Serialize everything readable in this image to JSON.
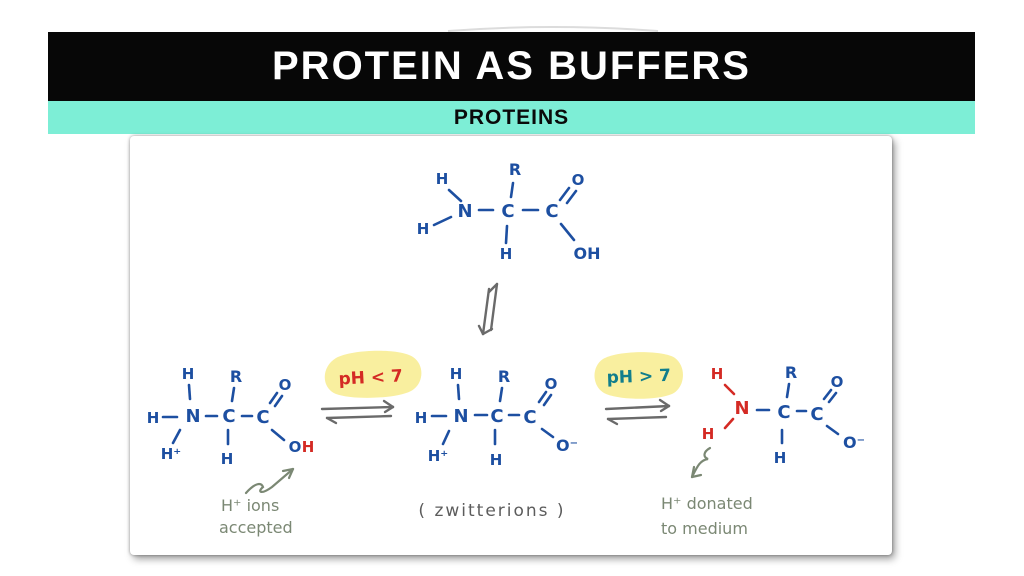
{
  "header": {
    "title": "PROTEIN AS BUFFERS",
    "subtitle": "PROTEINS"
  },
  "colors": {
    "bar_black": "#070707",
    "bar_teal": "#7deed6",
    "ink_blue": "#1d4fa1",
    "ink_red": "#d42a24",
    "ink_teal": "#117e8c",
    "ink_green": "#7b8874",
    "ink_gray": "#636363",
    "highlight_yellow": "#f9ef9f"
  },
  "annotations": {
    "ph_low": "pH < 7",
    "ph_high": "pH > 7",
    "zwitterions": "( zwitterions )",
    "accepted_line1": "H⁺ ions",
    "accepted_line2": "accepted",
    "donated_line1": "H⁺ donated",
    "donated_line2": "to medium"
  },
  "molecules": {
    "amino_acid_top": {
      "h_top": "H",
      "h_left": "H",
      "n": "N",
      "c_alpha": "C",
      "r_group": "R",
      "h_bottom": "H",
      "c_carboxyl": "C",
      "o_double": "O",
      "o_h": "OH"
    },
    "cation_left": {
      "h_top": "H",
      "h_left": "H",
      "h_plus": "H⁺",
      "n": "N",
      "c_alpha": "C",
      "r_group": "R",
      "h_bottom": "H",
      "c_carboxyl": "C",
      "o_double": "O",
      "o_single": "O",
      "h_acid": "H"
    },
    "zwitterion_middle": {
      "h_top": "H",
      "h_left": "H",
      "h_plus": "H⁺",
      "n": "N",
      "c_alpha": "C",
      "r_group": "R",
      "h_bottom": "H",
      "c_carboxyl": "C",
      "o_double": "O",
      "o_minus": "O⁻"
    },
    "anion_right": {
      "h_top": "H",
      "h_left": "H",
      "n": "N",
      "c_alpha": "C",
      "r_group": "R",
      "h_bottom": "H",
      "c_carboxyl": "C",
      "o_double": "O",
      "o_minus": "O⁻"
    }
  }
}
